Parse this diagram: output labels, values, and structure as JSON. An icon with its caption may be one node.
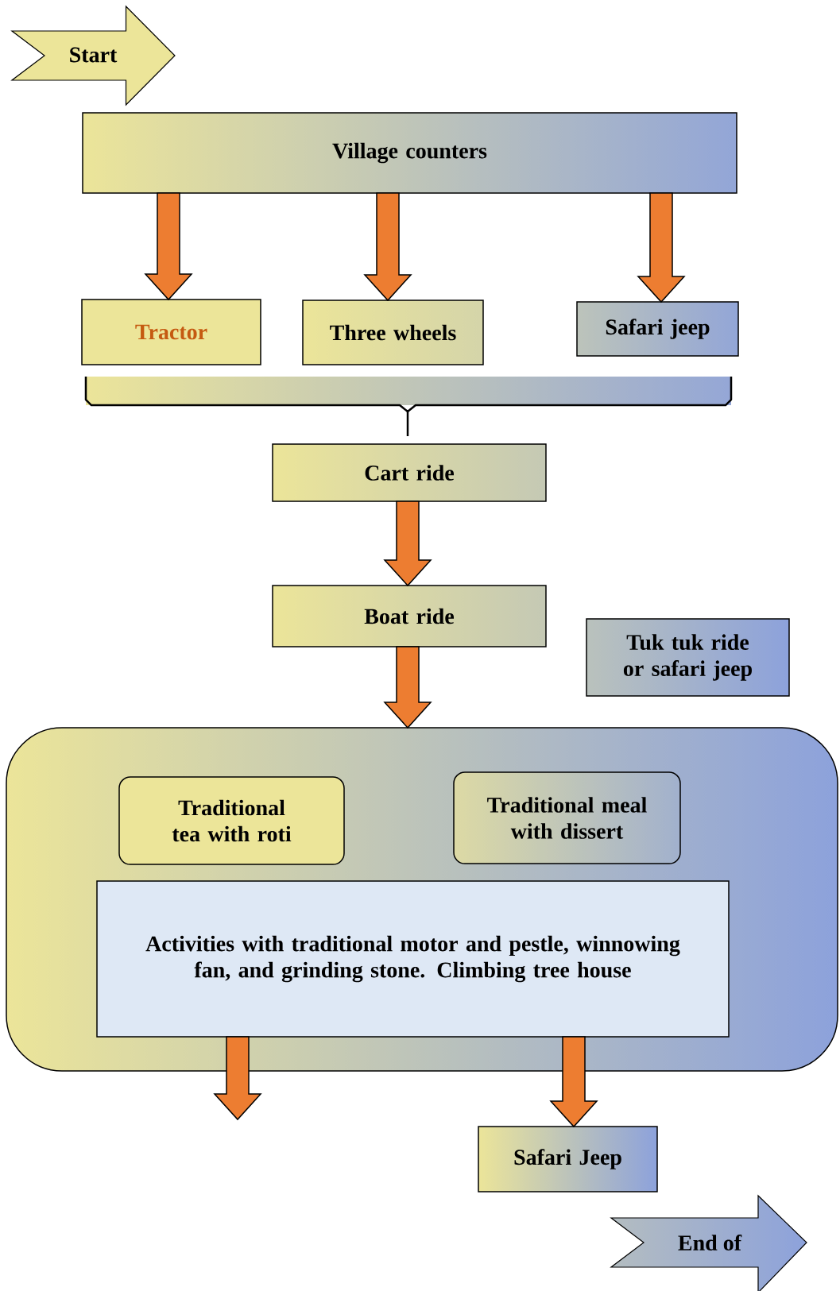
{
  "diagram": {
    "nodes": [
      {
        "text": [
          "Start"
        ]
      },
      {
        "text": [
          "Village counters"
        ]
      },
      {
        "text": [
          "Tractor"
        ]
      },
      {
        "text": [
          "Three wheels"
        ]
      },
      {
        "text": [
          "Safari jeep"
        ]
      },
      {
        "text": [
          "Cart ride"
        ]
      },
      {
        "text": [
          "Boat ride"
        ]
      },
      {
        "text": [
          "Tuk tuk ride or safari jeep"
        ]
      },
      {
        "text": [],
        "shape": "box"
      },
      {
        "text": [
          "Traditional tea with roti"
        ],
        "in": 8
      },
      {
        "text": [
          "Traditional meal with dissert"
        ],
        "in": 8
      },
      {
        "text": [
          "Activities with traditional motor and pestle, winnowing fan, and grinding stone. Climbing tree house"
        ],
        "in": 8
      },
      {
        "text": [
          "Safari Jeep"
        ]
      },
      {
        "text": [
          "End of"
        ]
      }
    ],
    "edges": [
      {
        "from": 1,
        "to": 2,
        "arrow": "to"
      },
      {
        "from": 1,
        "to": 3,
        "arrow": "to"
      },
      {
        "from": 1,
        "to": 4,
        "arrow": "to"
      },
      {
        "from": 5,
        "to": 6,
        "arrow": "to"
      },
      {
        "from": 6,
        "to": 8,
        "arrow": "to"
      },
      {
        "from": 11,
        "to": null,
        "arrow": "to"
      },
      {
        "from": 11,
        "to": 12,
        "arrow": "to"
      }
    ]
  }
}
